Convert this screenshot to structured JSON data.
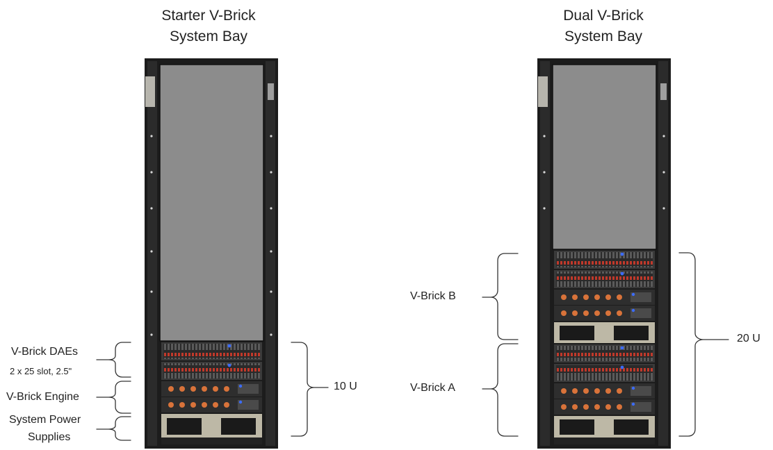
{
  "starter": {
    "title_line1": "Starter V-Brick",
    "title_line2": "System Bay",
    "labels": {
      "daes": "V-Brick DAEs",
      "daes_sub": "2 x 25 slot, 2.5\"",
      "engine": "V-Brick Engine",
      "power_line1": "System Power",
      "power_line2": "Supplies"
    },
    "height": "10 U"
  },
  "dual": {
    "title_line1": "Dual V-Brick",
    "title_line2": "System Bay",
    "labels": {
      "brick_b": "V-Brick B",
      "brick_a": "V-Brick A"
    },
    "height": "20 U"
  },
  "colors": {
    "rack_frame": "#1c1c1c",
    "blank_panel": "#8c8c8c",
    "led_blue": "#3c6cff",
    "drive_red": "#c0392b",
    "fan_orange": "#d9733a"
  }
}
